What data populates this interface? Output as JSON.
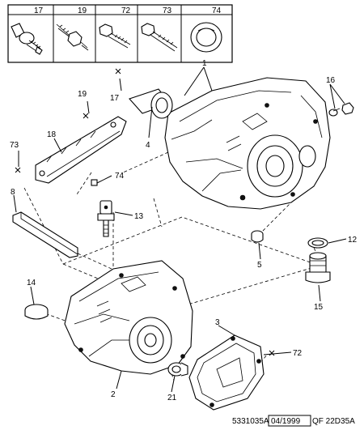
{
  "fastener_table": {
    "headers": [
      "17",
      "19",
      "72",
      "73",
      "74"
    ]
  },
  "callouts": {
    "c1": "1",
    "c2": "2",
    "c3": "3",
    "c4": "4",
    "c5": "5",
    "c8": "8",
    "c12": "12",
    "c13": "13",
    "c14": "14",
    "c15": "15",
    "c16": "16",
    "c17": "17",
    "c18": "18",
    "c19": "19",
    "c21": "21",
    "c72": "72",
    "c73": "73",
    "c74": "74"
  },
  "reference": {
    "code": "5331035A",
    "date": "04/1999",
    "suffix": "QF 22D35A"
  }
}
